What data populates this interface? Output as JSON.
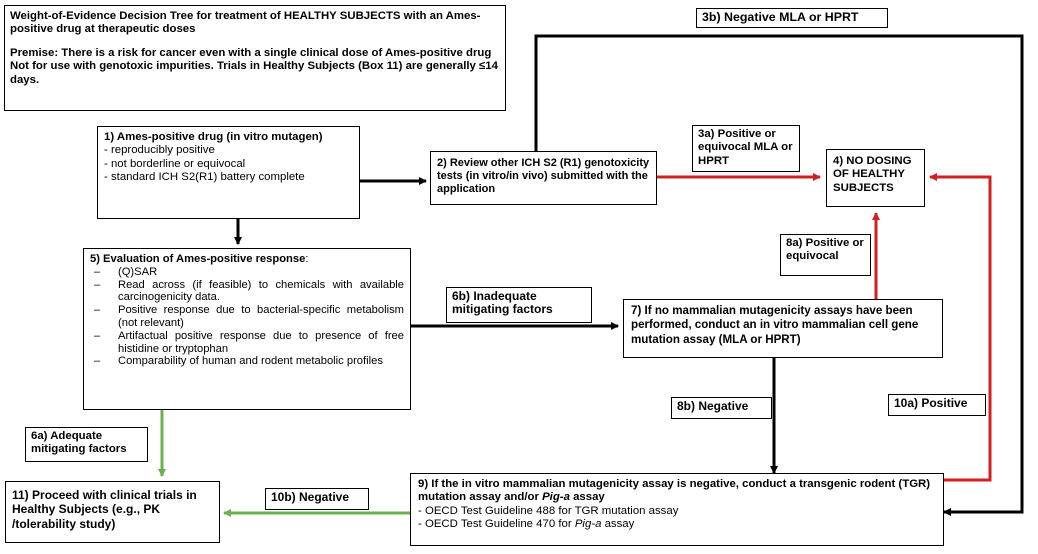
{
  "intro": {
    "title": "Weight-of-Evidence Decision Tree for treatment of HEALTHY SUBJECTS with an Ames-positive drug at therapeutic doses",
    "premise": "Premise: There is a risk for cancer even with a single clinical dose of Ames-positive drug",
    "note": "Not for use with genotoxic impurities. Trials in Healthy Subjects (Box 11) are generally ≤14 days."
  },
  "box1": {
    "title": "1) Ames-positive drug (in vitro mutagen)",
    "items": [
      "- reproducibly positive",
      "- not borderline or equivocal",
      "- standard ICH S2(R1) battery complete"
    ]
  },
  "box2": {
    "text": "2) Review other ICH S2 (R1) genotoxicity tests (in vitro/in vivo) submitted with the application"
  },
  "box4": {
    "text": "4) NO DOSING OF HEALTHY SUBJECTS"
  },
  "box5": {
    "title": "5) Evaluation of Ames-positive response",
    "colon": ":",
    "items": [
      "(Q)SAR",
      "Read across (if feasible) to chemicals with available carcinogenicity data.",
      "Positive response due to bacterial-specific metabolism (not relevant)",
      "Artifactual positive response due to presence of free histidine or tryptophan",
      "Comparability of human and rodent metabolic profiles"
    ]
  },
  "box7": {
    "text": "7) If no mammalian mutagenicity assays have been performed, conduct an in vitro mammalian cell gene mutation assay (MLA or HPRT)"
  },
  "box9": {
    "title_a": "9) If the in vitro mammalian mutagenicity assay is negative, conduct a transgenic rodent (TGR) mutation assay and/or ",
    "title_em": "Pig-a",
    "title_b": " assay",
    "line1": "- OECD Test Guideline 488 for TGR mutation assay",
    "line2_a": "- OECD Test Guideline 470 for ",
    "line2_em": "Pig-a",
    "line2_b": " assay"
  },
  "box11": {
    "text": "11) Proceed with clinical trials in Healthy Subjects (e.g., PK /tolerability study)"
  },
  "labels": {
    "l3a": "3a) Positive or equivocal MLA or HPRT",
    "l3b": "3b) Negative MLA or HPRT",
    "l6a": "6a) Adequate mitigating factors",
    "l6b": "6b) Inadequate mitigating factors",
    "l8a": "8a) Positive or equivocal",
    "l8b": "8b) Negative",
    "l10a": "10a) Positive",
    "l10b": "10b) Negative"
  },
  "colors": {
    "positive": "#d21f1f",
    "negative": "#000000",
    "mitigating": "#6ab04c"
  }
}
